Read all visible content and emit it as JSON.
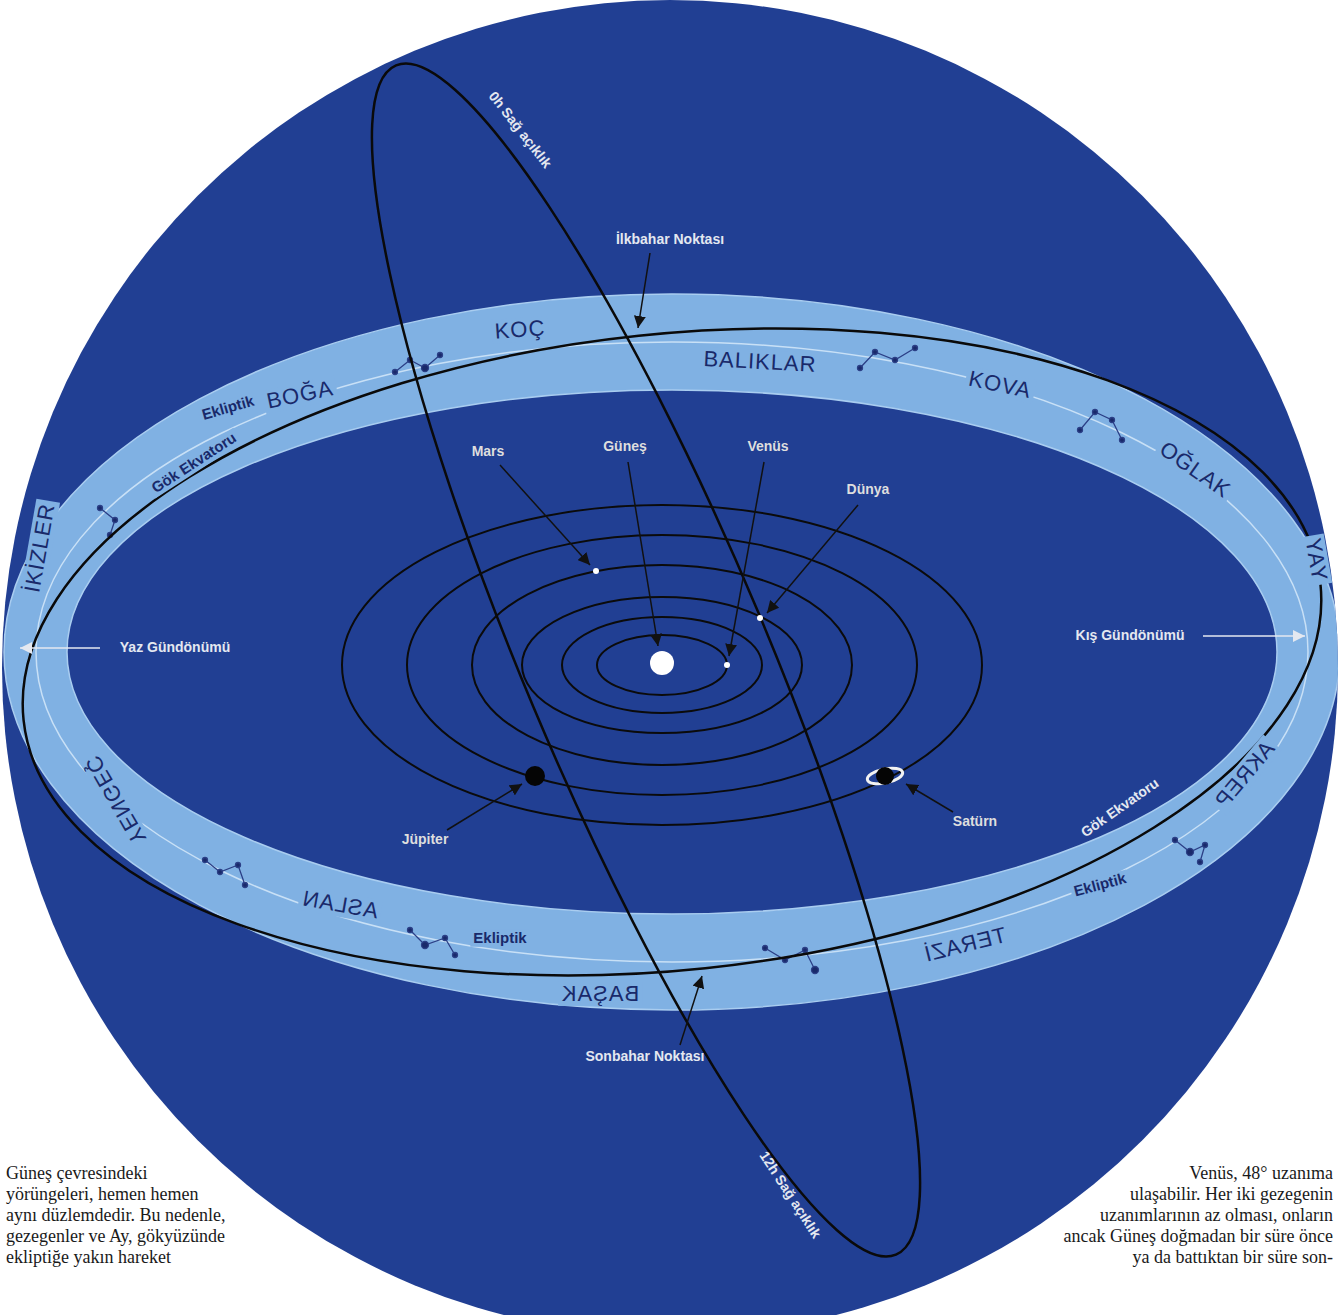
{
  "diagram": {
    "labels": [
      "0h Sağ açıklık",
      "İlkbahar Noktası",
      "Ekliptik",
      "BOĞA",
      "KOÇ",
      "BALIKLAR",
      "KOVA",
      "OĞLAK",
      "Mars",
      "Güneş",
      "Venüs",
      "Dünya",
      "İKİZLER",
      "Gök Ekvatoru",
      "YAY",
      "Yaz Gündönümü",
      "Kış Gündönümü",
      "Jüpiter",
      "Satürn",
      "Gök Ekvatoru",
      "AKREP",
      "YENGEÇ",
      "Ekliptik",
      "ASLAN",
      "Ekliptik",
      "BAŞAK",
      "TERAZİ",
      "Sonbahar Noktası",
      "12h Sağ açıklık",
      "Güneş çevresindeki yörüngeleri, hemen hemen aynı düzlemdedir. Bu nedenle, gezegenler ve Ay, gökyüzünde ekliptiğe yakın hareket",
      "Venüs, 48° uzanıma ulaşabilir. Her iki gezegenin uzanımlarının az olması, onların ancak Güneş doğmadan bir süre önce ya da battıktan bir süre son-"
    ]
  }
}
